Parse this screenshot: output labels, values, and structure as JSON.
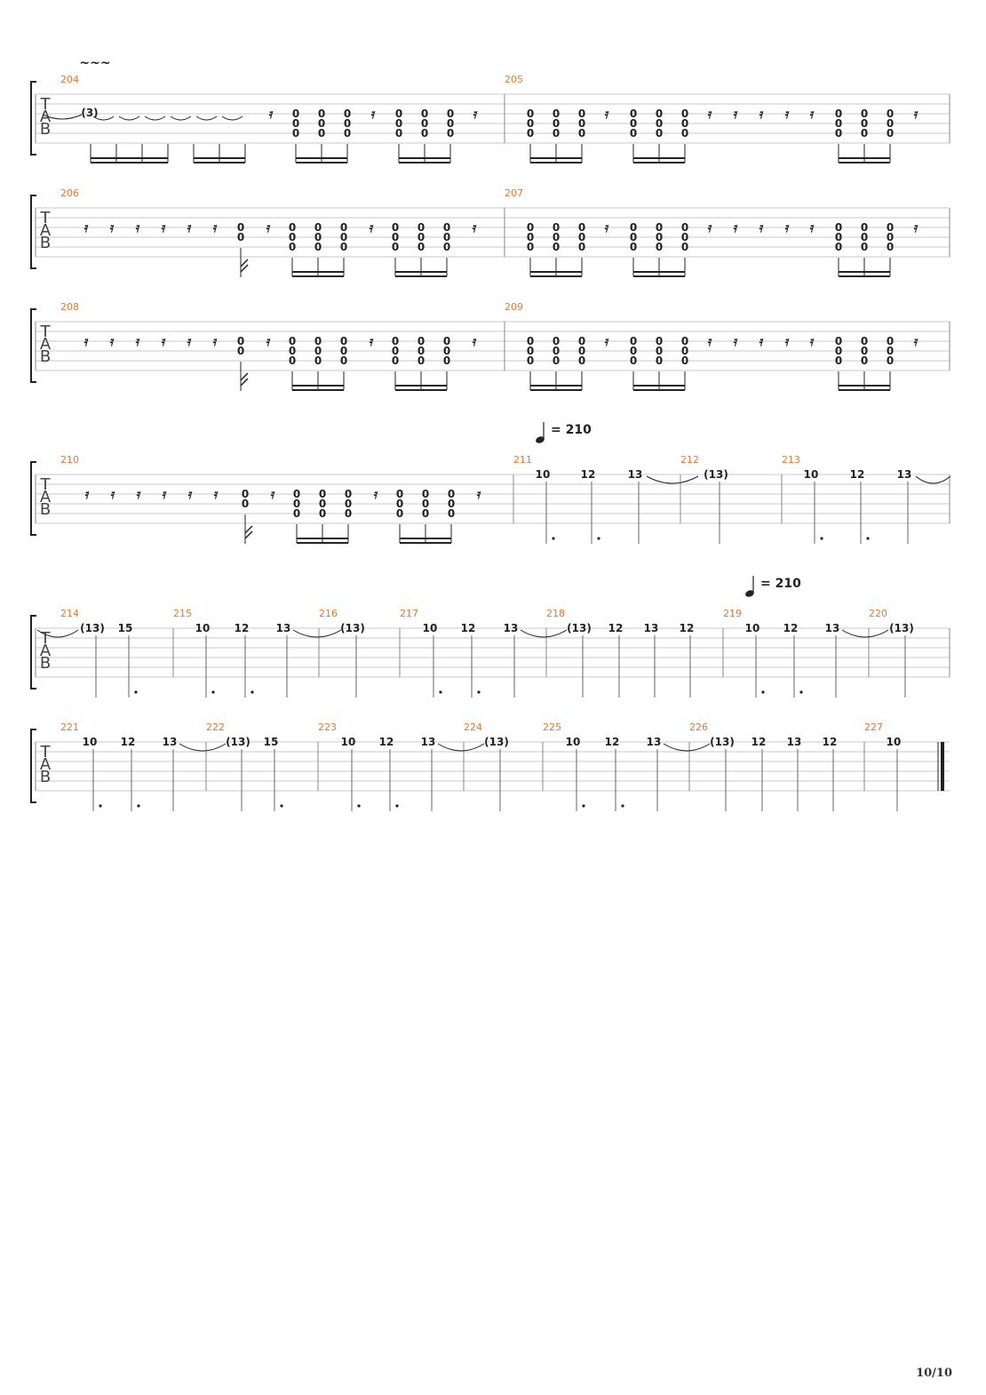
{
  "page_number": "10/10",
  "tab_label": [
    "T",
    "A",
    "B"
  ],
  "rest_symbol": "𝄿",
  "vibrato_symbol": "~~~",
  "colors": {
    "measure_number": "#e8762c",
    "staff_line": "#c8c8c8",
    "barline": "#888888",
    "ink": "#222222"
  },
  "tempo_markings": [
    {
      "label": "= 210",
      "system": 3,
      "measure": "211"
    },
    {
      "label": "= 210",
      "system": 4,
      "measure": "219"
    }
  ],
  "systems": [
    {
      "measures": [
        {
          "number": "204",
          "top_notes": [
            "(3)"
          ]
        },
        {
          "number": "205",
          "top_notes": []
        }
      ],
      "chord_frets": "0"
    },
    {
      "measures": [
        {
          "number": "206",
          "top_notes": []
        },
        {
          "number": "207",
          "top_notes": []
        }
      ],
      "chord_frets": "0"
    },
    {
      "measures": [
        {
          "number": "208",
          "top_notes": []
        },
        {
          "number": "209",
          "top_notes": []
        }
      ],
      "chord_frets": "0"
    },
    {
      "measures": [
        {
          "number": "210",
          "top_notes": []
        },
        {
          "number": "211",
          "top_notes": [
            "10",
            "12",
            "13"
          ]
        },
        {
          "number": "212",
          "top_notes": [
            "(13)"
          ]
        },
        {
          "number": "213",
          "top_notes": [
            "10",
            "12",
            "13"
          ]
        }
      ],
      "chord_frets": "0"
    },
    {
      "measures": [
        {
          "number": "214",
          "top_notes": [
            "(13)",
            "15"
          ]
        },
        {
          "number": "215",
          "top_notes": [
            "10",
            "12",
            "13"
          ]
        },
        {
          "number": "216",
          "top_notes": [
            "(13)"
          ]
        },
        {
          "number": "217",
          "top_notes": [
            "10",
            "12",
            "13"
          ]
        },
        {
          "number": "218",
          "top_notes": [
            "(13)",
            "12",
            "13",
            "12"
          ]
        },
        {
          "number": "219",
          "top_notes": [
            "10",
            "12",
            "13"
          ]
        },
        {
          "number": "220",
          "top_notes": [
            "(13)"
          ]
        }
      ]
    },
    {
      "measures": [
        {
          "number": "221",
          "top_notes": [
            "10",
            "12",
            "13"
          ]
        },
        {
          "number": "222",
          "top_notes": [
            "(13)",
            "15"
          ]
        },
        {
          "number": "223",
          "top_notes": [
            "10",
            "12",
            "13"
          ]
        },
        {
          "number": "224",
          "top_notes": [
            "(13)"
          ]
        },
        {
          "number": "225",
          "top_notes": [
            "10",
            "12",
            "13"
          ]
        },
        {
          "number": "226",
          "top_notes": [
            "(13)",
            "12",
            "13",
            "12"
          ]
        },
        {
          "number": "227",
          "top_notes": [
            "10"
          ]
        }
      ]
    }
  ]
}
